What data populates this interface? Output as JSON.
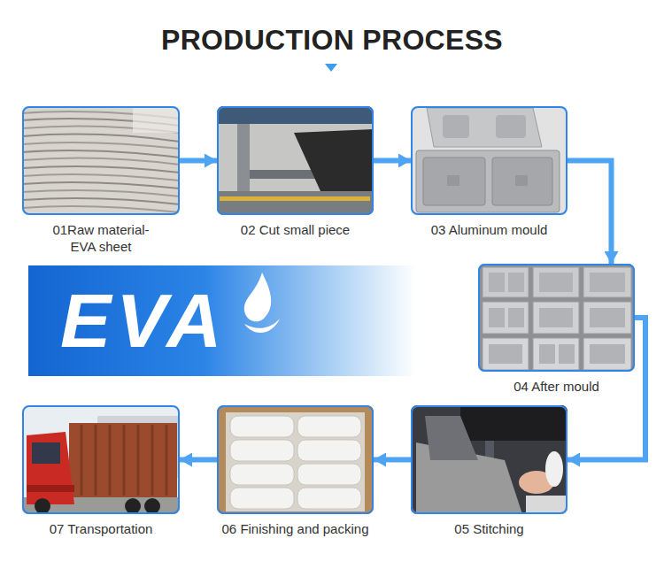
{
  "diagram": {
    "title": "PRODUCTION PROCESS",
    "nodes": [
      {
        "text": [
          "01Raw material- EVA sheet"
        ]
      },
      {
        "text": [
          "02 Cut small piece"
        ]
      },
      {
        "text": [
          "03 Aluminum mould"
        ]
      },
      {
        "text": [
          "EVA"
        ]
      },
      {
        "text": [
          "04 After mould"
        ]
      },
      {
        "text": [
          "05 Stitching"
        ]
      },
      {
        "text": [
          "06 Finishing and packing"
        ]
      },
      {
        "text": [
          "07 Transportation"
        ]
      }
    ],
    "edges": [
      {
        "from": 0,
        "to": 1,
        "arrow": "to"
      },
      {
        "from": 1,
        "to": 2,
        "arrow": "to"
      },
      {
        "from": 2,
        "to": 4,
        "arrow": "to"
      },
      {
        "from": 4,
        "to": 5,
        "arrow": "to"
      },
      {
        "from": 5,
        "to": 6,
        "arrow": "to"
      },
      {
        "from": 6,
        "to": 7,
        "arrow": "to"
      }
    ]
  }
}
